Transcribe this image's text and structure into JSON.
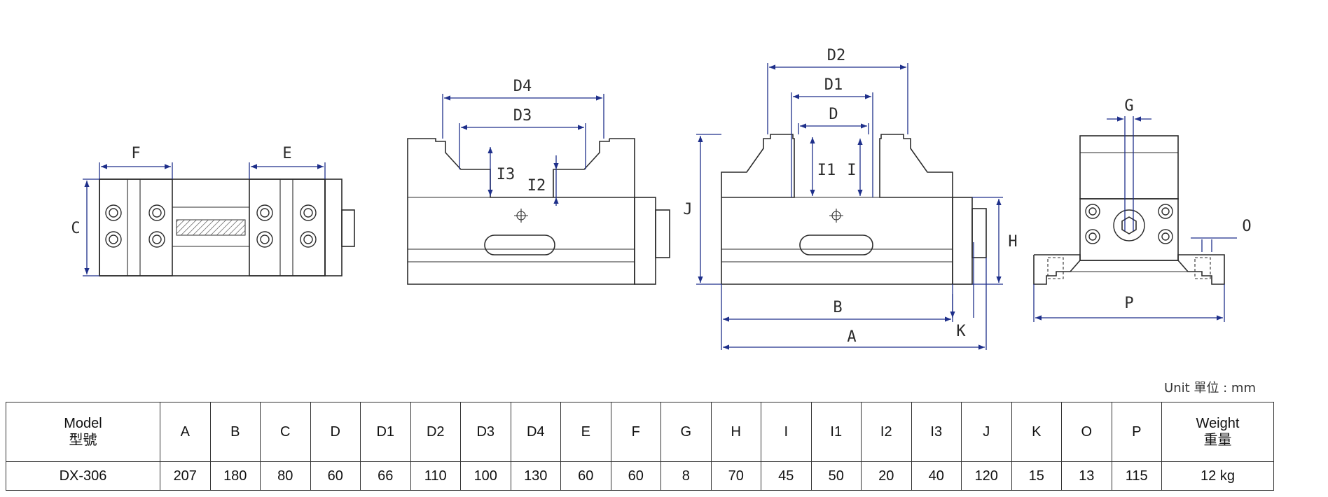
{
  "drawing": {
    "labels": {
      "F": "F",
      "E": "E",
      "C": "C",
      "D4": "D4",
      "D3": "D3",
      "I3": "I3",
      "I2": "I2",
      "D2": "D2",
      "D1": "D1",
      "D": "D",
      "I1": "I1",
      "I": "I",
      "J": "J",
      "H": "H",
      "B": "B",
      "A": "A",
      "K": "K",
      "G": "G",
      "O": "O",
      "P": "P"
    }
  },
  "unit_label": "Unit 單位 : mm",
  "table": {
    "model_header_en": "Model",
    "model_header_zh": "型號",
    "columns": [
      "A",
      "B",
      "C",
      "D",
      "D1",
      "D2",
      "D3",
      "D4",
      "E",
      "F",
      "G",
      "H",
      "I",
      "I1",
      "I2",
      "I3",
      "J",
      "K",
      "O",
      "P"
    ],
    "weight_header_en": "Weight",
    "weight_header_zh": "重量",
    "rows": [
      {
        "model": "DX-306",
        "values": [
          "207",
          "180",
          "80",
          "60",
          "66",
          "110",
          "100",
          "130",
          "60",
          "60",
          "8",
          "70",
          "45",
          "50",
          "20",
          "40",
          "120",
          "15",
          "13",
          "115"
        ],
        "weight": "12 kg"
      }
    ]
  }
}
